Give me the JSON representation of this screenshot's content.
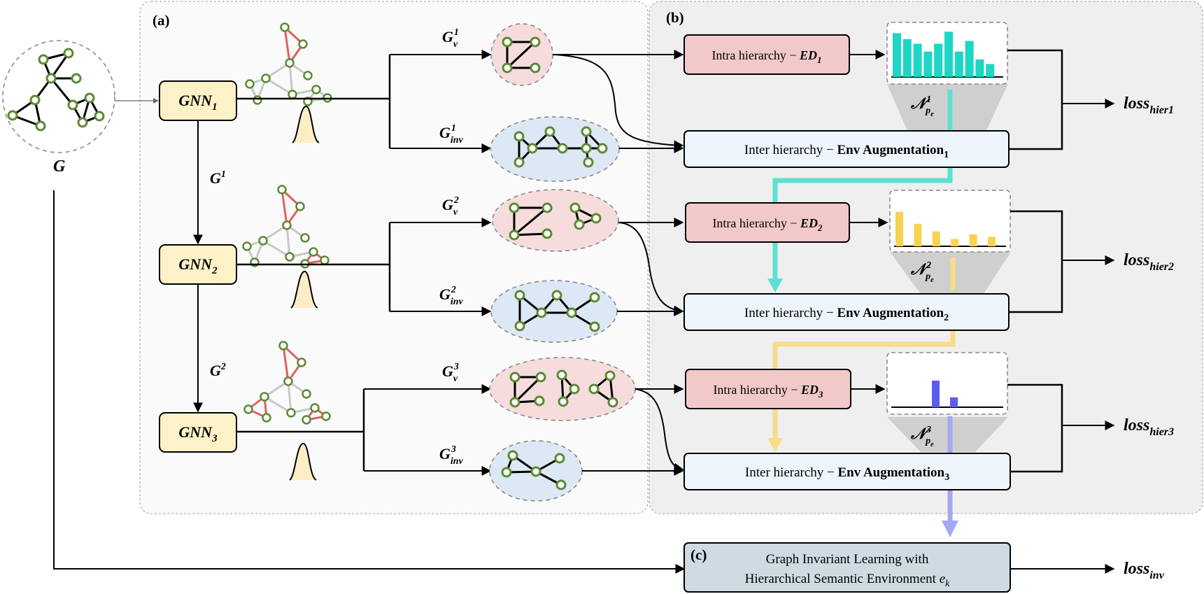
{
  "panels": {
    "a": "(a)",
    "b": "(b)",
    "c": "(c)"
  },
  "input": {
    "label": "G"
  },
  "gnn": [
    {
      "name": "GNN",
      "sub": "1"
    },
    {
      "name": "GNN",
      "sub": "2"
    },
    {
      "name": "GNN",
      "sub": "3"
    }
  ],
  "graph_edges": [
    {
      "name": "G",
      "sup": "1"
    },
    {
      "name": "G",
      "sup": "2"
    }
  ],
  "subgraphs": [
    {
      "v": {
        "name": "G",
        "sub": "v",
        "sup": "1"
      },
      "inv": {
        "name": "G",
        "sub": "inv",
        "sup": "1"
      }
    },
    {
      "v": {
        "name": "G",
        "sub": "v",
        "sup": "2"
      },
      "inv": {
        "name": "G",
        "sub": "inv",
        "sup": "2"
      }
    },
    {
      "v": {
        "name": "G",
        "sub": "v",
        "sup": "3"
      },
      "inv": {
        "name": "G",
        "sub": "inv",
        "sup": "3"
      }
    }
  ],
  "intra": [
    {
      "text": "Intra hierarchy − ",
      "em": "ED",
      "sub": "1"
    },
    {
      "text": "Intra hierarchy − ",
      "em": "ED",
      "sub": "2"
    },
    {
      "text": "Intra hierarchy − ",
      "em": "ED",
      "sub": "3"
    }
  ],
  "inter": [
    {
      "text": "Inter hierarchy − ",
      "strong": "Env Augmentation",
      "sub": "1"
    },
    {
      "text": "Inter hierarchy − ",
      "strong": "Env Augmentation",
      "sub": "2"
    },
    {
      "text": "Inter hierarchy − ",
      "strong": "Env Augmentation",
      "sub": "3"
    }
  ],
  "distributions": [
    {
      "name": "𝒩",
      "sub": "p",
      "subsub": "e",
      "sup": "1",
      "color": "#1ed6c4",
      "values": [
        0.95,
        0.82,
        0.72,
        0.55,
        0.72,
        0.98,
        0.55,
        0.78,
        0.38,
        0.28
      ]
    },
    {
      "name": "𝒩",
      "sub": "p",
      "subsub": "e",
      "sup": "2",
      "color": "#f7d354",
      "values": [
        0.95,
        0.62,
        0.41,
        0.2,
        0.33,
        0.26
      ]
    },
    {
      "name": "𝒩",
      "sub": "p",
      "subsub": "e",
      "sup": "3",
      "color": "#5c5cf0",
      "values": [
        0.95,
        0.35
      ]
    }
  ],
  "losses": [
    {
      "name": "loss",
      "sub": "hier1"
    },
    {
      "name": "loss",
      "sub": "hier2"
    },
    {
      "name": "loss",
      "sub": "hier3"
    },
    {
      "name": "loss",
      "sub": "inv"
    }
  ],
  "final_box": {
    "line1": "Graph Invariant Learning with",
    "line2": "Hierarchical Semantic Environment ",
    "var": "e",
    "var_sub": "k"
  },
  "colors": {
    "gnn_fill": "#fdf2c7",
    "intra_fill": "#f2c9c9",
    "inter_fill": "#eef5fd",
    "final_fill": "#cfdbe3",
    "pink_ellipse": "#f6dcdc",
    "blue_ellipse": "#dce8f5",
    "node_stroke": "#5b8a32",
    "red_edge": "#e06060",
    "teal": "#5ee0d0",
    "yellow": "#f7dc8a",
    "violet": "#a6a6f2"
  }
}
